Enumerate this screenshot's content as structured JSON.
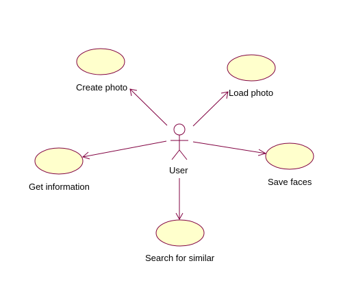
{
  "colors": {
    "background": "#ffffff",
    "usecase_fill": "#ffffcc",
    "outline": "#800040",
    "text": "#000000"
  },
  "actor": {
    "label": "User"
  },
  "use_cases": [
    {
      "id": "create",
      "label": "Create photo"
    },
    {
      "id": "load",
      "label": "Load photo"
    },
    {
      "id": "info",
      "label": "Get information"
    },
    {
      "id": "save",
      "label": "Save faces"
    },
    {
      "id": "search",
      "label": "Search for similar"
    }
  ]
}
